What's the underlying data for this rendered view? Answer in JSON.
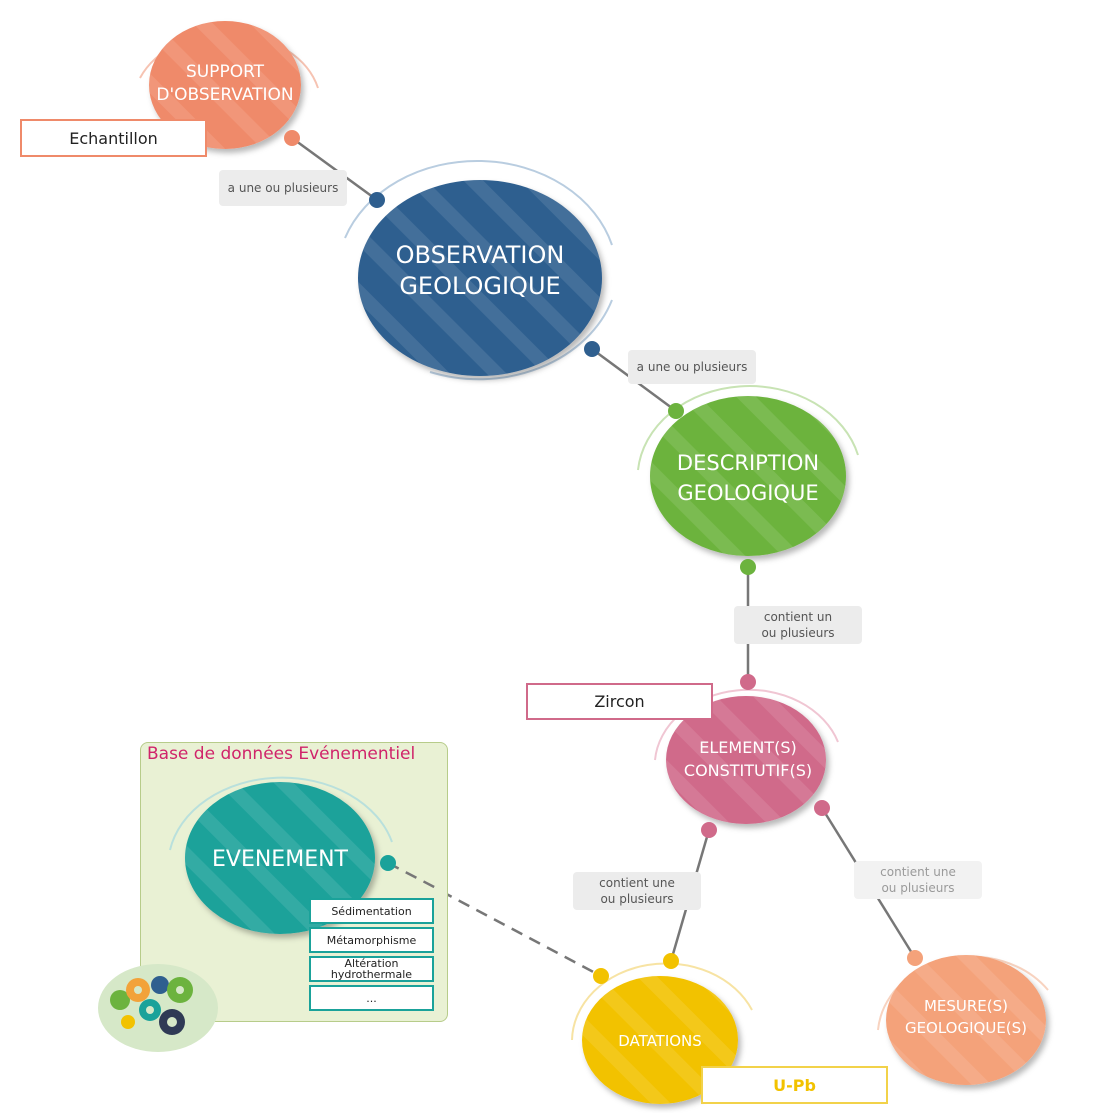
{
  "nodes": {
    "support": {
      "line1": "SUPPORT",
      "line2": "D'OBSERVATION",
      "color": "#ef8a6a"
    },
    "observation": {
      "line1": "OBSERVATION",
      "line2": "GEOLOGIQUE",
      "color": "#2f5f8f"
    },
    "description": {
      "line1": "DESCRIPTION",
      "line2": "GEOLOGIQUE",
      "color": "#6cb33e"
    },
    "element": {
      "line1": "ELEMENT(S)",
      "line2": "CONSTITUTIF(S)",
      "color": "#d06a8a"
    },
    "evenement": {
      "line1": "EVENEMENT",
      "color": "#1aa29a"
    },
    "datations": {
      "line1": "DATATIONS",
      "color": "#f2c200"
    },
    "mesure": {
      "line1": "MESURE(S)",
      "line2": "GEOLOGIQUE(S)",
      "color": "#f4a27a"
    }
  },
  "links": {
    "support_observation": "a une ou plusieurs",
    "observation_description": "a une ou plusieurs",
    "description_element_line1": "contient un",
    "description_element_line2": "ou plusieurs",
    "element_datations_line1": "contient une",
    "element_datations_line2": "ou plusieurs",
    "element_mesure_line1": "contient une",
    "element_mesure_line2": "ou plusieurs"
  },
  "tags": {
    "echantillon": "Echantillon",
    "zircon": "Zircon",
    "upb": "U-Pb"
  },
  "database": {
    "title": "Base de données Evénementiel",
    "event_types": [
      "Sédimentation",
      "Métamorphisme",
      "Altération hydrothermale",
      "..."
    ]
  }
}
